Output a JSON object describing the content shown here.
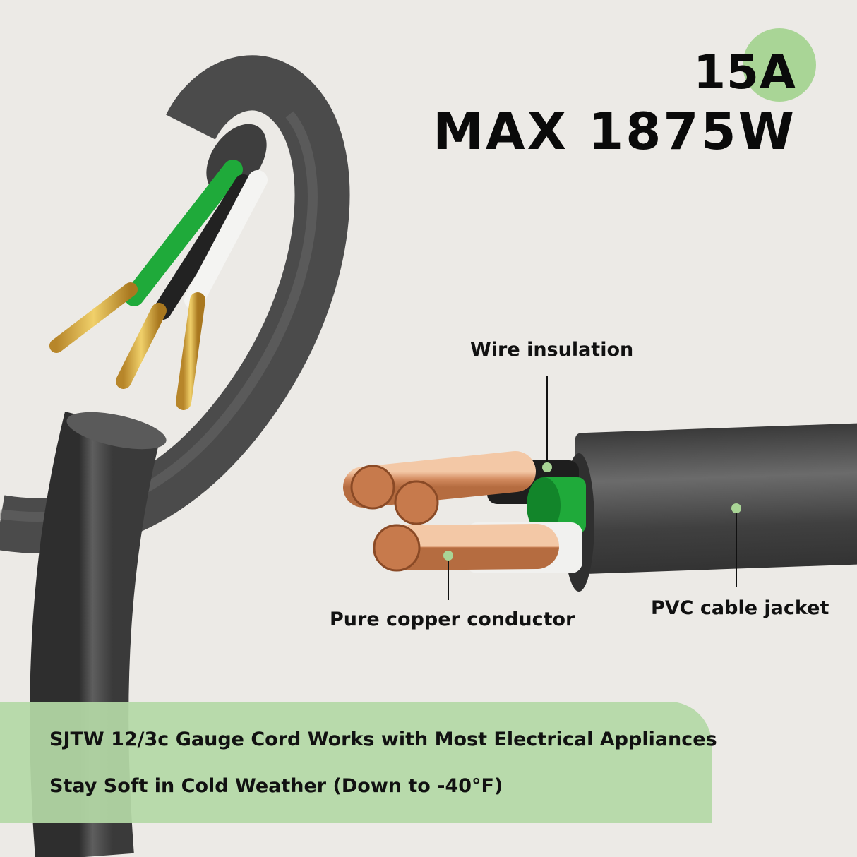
{
  "headline": {
    "current_rating": "15A",
    "max_power": "MAX 1875W"
  },
  "callouts": {
    "wire_insulation": "Wire insulation",
    "pure_copper_conductor": "Pure copper conductor",
    "pvc_cable_jacket": "PVC cable jacket"
  },
  "banner": {
    "line1": "SJTW 12/3c Gauge Cord Works with Most Electrical Appliances",
    "line2": "Stay Soft in Cold Weather (Down to -40°F)"
  },
  "colors": {
    "background": "#eceae6",
    "accent_green": "#a9d596",
    "banner_green": "#b4d8a6",
    "cable_jacket": "#4a4a4a",
    "ground_wire": "#1faa3a",
    "copper": "#d9936a",
    "brass": "#d8b24a"
  }
}
